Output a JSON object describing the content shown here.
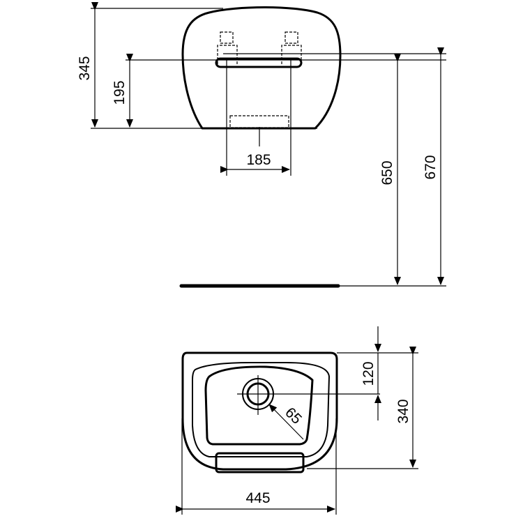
{
  "drawing": {
    "type": "technical dimension drawing",
    "units": "mm",
    "views": {
      "side": {
        "dimensions": {
          "total_height": "345",
          "fixing_height": "195",
          "fixing_spacing": "185",
          "top_to_floor_650": "650",
          "top_to_floor_670": "670"
        }
      },
      "top": {
        "dimensions": {
          "depth": "340",
          "waste_offset": "120",
          "waste_diameter": "65",
          "width": "445"
        }
      }
    },
    "colors": {
      "line": "#000000",
      "background": "#ffffff"
    }
  }
}
